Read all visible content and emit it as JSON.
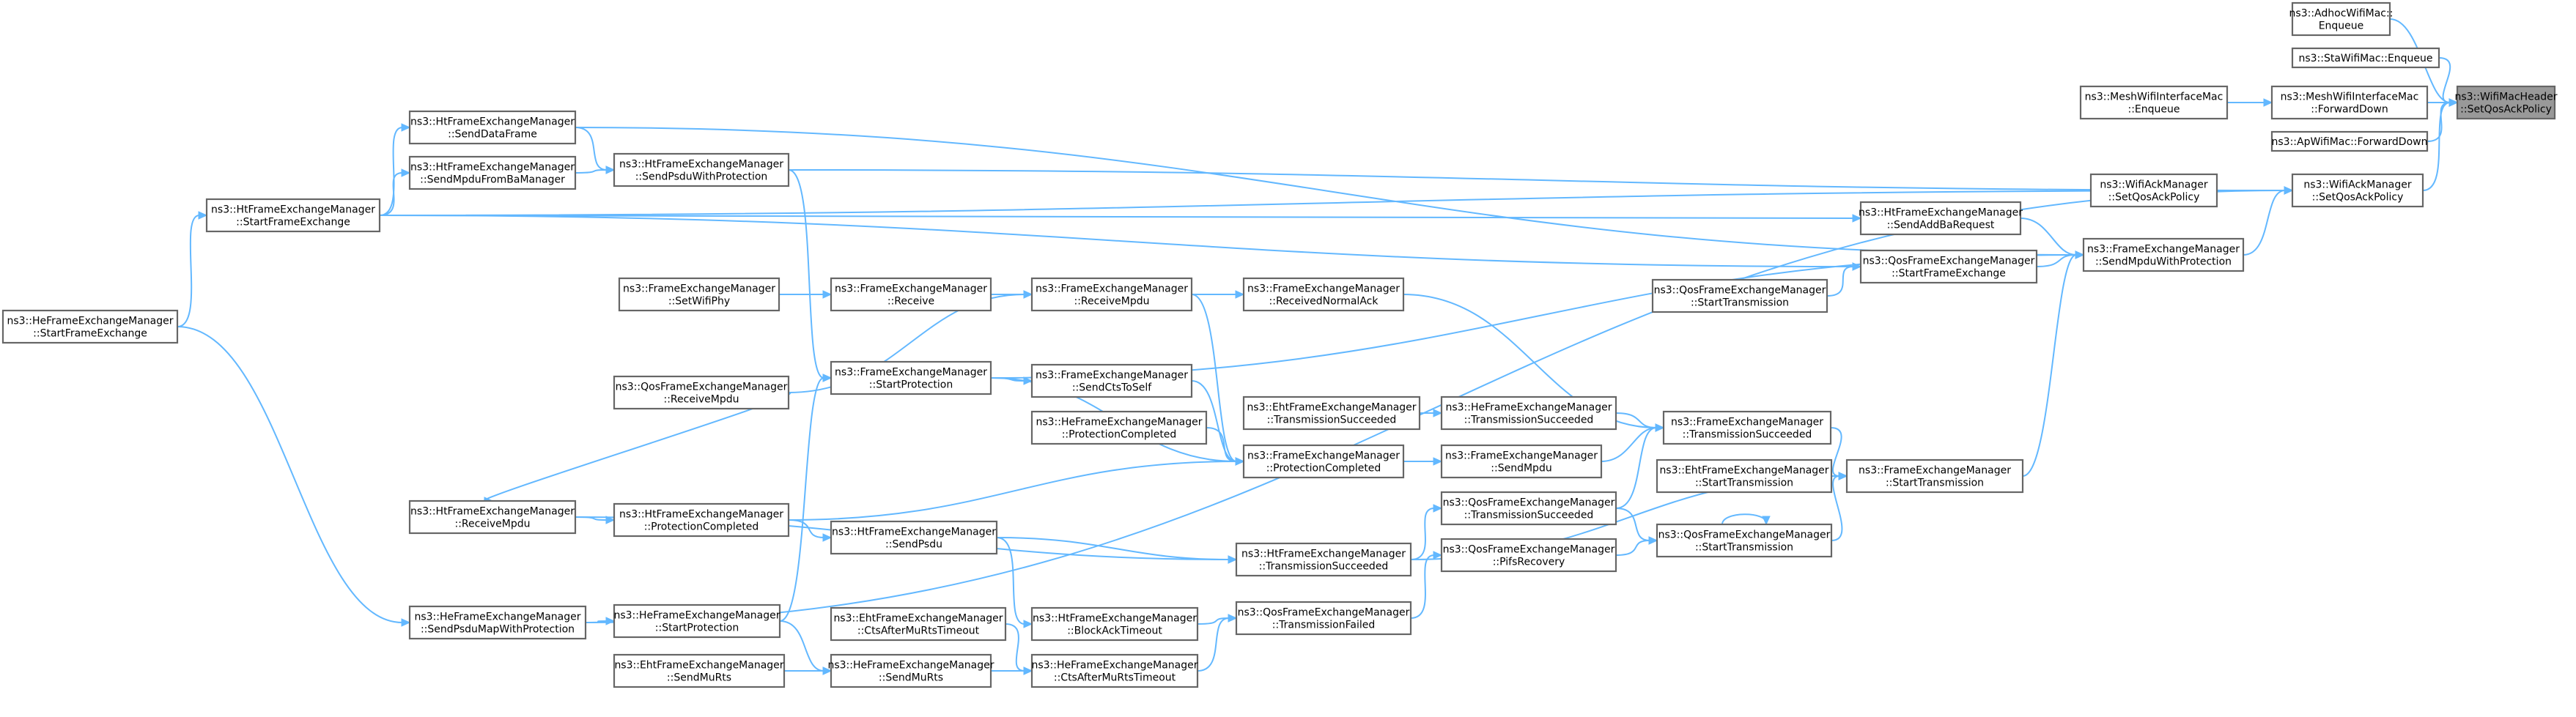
{
  "diagram": {
    "root": "n_root",
    "colors": {
      "edge": "#63b8ff",
      "node_border": "#666666",
      "root_fill": "#999999",
      "node_fill": "#ffffff"
    },
    "nodes": [
      {
        "id": "n_root",
        "lines": [
          "ns3::WifiMacHeader",
          "::SetQosAckPolicy"
        ]
      },
      {
        "id": "n_adhoc",
        "lines": [
          "ns3::AdhocWifiMac::",
          "Enqueue"
        ]
      },
      {
        "id": "n_sta",
        "lines": [
          "ns3::StaWifiMac::Enqueue"
        ]
      },
      {
        "id": "n_meshfwd",
        "lines": [
          "ns3::MeshWifiInterfaceMac",
          "::ForwardDown"
        ]
      },
      {
        "id": "n_meshenq",
        "lines": [
          "ns3::MeshWifiInterfaceMac",
          "::Enqueue"
        ]
      },
      {
        "id": "n_apfwd",
        "lines": [
          "ns3::ApWifiMac::ForwardDown"
        ]
      },
      {
        "id": "n_wackset",
        "lines": [
          "ns3::WifiAckManager",
          "::SetQosAckPolicy"
        ]
      },
      {
        "id": "n_wackset2",
        "lines": [
          "ns3::WifiAckManager",
          "::SetQosAckPolicy"
        ]
      },
      {
        "id": "n_fem_smpdu",
        "lines": [
          "ns3::FrameExchangeManager",
          "::SendMpduWithProtection"
        ]
      },
      {
        "id": "n_ht_addba",
        "lines": [
          "ns3::HtFrameExchangeManager",
          "::SendAddBaRequest"
        ]
      },
      {
        "id": "n_qos_sfe",
        "lines": [
          "ns3::QosFrameExchangeManager",
          "::StartFrameExchange"
        ]
      },
      {
        "id": "n_qos_st1",
        "lines": [
          "ns3::QosFrameExchangeManager",
          "::StartTransmission"
        ]
      },
      {
        "id": "n_fem_ts",
        "lines": [
          "ns3::FrameExchangeManager",
          "::StartTransmission"
        ]
      },
      {
        "id": "n_fem_txs",
        "lines": [
          "ns3::FrameExchangeManager",
          "::TransmissionSucceeded"
        ]
      },
      {
        "id": "n_eht_st",
        "lines": [
          "ns3::EhtFrameExchangeManager",
          "::StartTransmission"
        ]
      },
      {
        "id": "n_qos_st2",
        "lines": [
          "ns3::QosFrameExchangeManager",
          "::StartTransmission"
        ]
      },
      {
        "id": "n_fem_rna",
        "lines": [
          "ns3::FrameExchangeManager",
          "::ReceivedNormalAck"
        ]
      },
      {
        "id": "n_he_txs",
        "lines": [
          "ns3::HeFrameExchangeManager",
          "::TransmissionSucceeded"
        ]
      },
      {
        "id": "n_eht_txs",
        "lines": [
          "ns3::EhtFrameExchangeManager",
          "::TransmissionSucceeded"
        ]
      },
      {
        "id": "n_fem_smp",
        "lines": [
          "ns3::FrameExchangeManager",
          "::SendMpdu"
        ]
      },
      {
        "id": "n_qos_txs",
        "lines": [
          "ns3::QosFrameExchangeManager",
          "::TransmissionSucceeded"
        ]
      },
      {
        "id": "n_qos_pifs",
        "lines": [
          "ns3::QosFrameExchangeManager",
          "::PifsRecovery"
        ]
      },
      {
        "id": "n_qos_txf",
        "lines": [
          "ns3::QosFrameExchangeManager",
          "::TransmissionFailed"
        ]
      },
      {
        "id": "n_ht_txs",
        "lines": [
          "ns3::HtFrameExchangeManager",
          "::TransmissionSucceeded"
        ]
      },
      {
        "id": "n_fem_pc",
        "lines": [
          "ns3::FrameExchangeManager",
          "::ProtectionCompleted"
        ]
      },
      {
        "id": "n_he_pc",
        "lines": [
          "ns3::HeFrameExchangeManager",
          "::ProtectionCompleted"
        ]
      },
      {
        "id": "n_fem_cts",
        "lines": [
          "ns3::FrameExchangeManager",
          "::SendCtsToSelf"
        ]
      },
      {
        "id": "n_fem_rmpdu",
        "lines": [
          "ns3::FrameExchangeManager",
          "::ReceiveMpdu"
        ]
      },
      {
        "id": "n_fem_rcv",
        "lines": [
          "ns3::FrameExchangeManager",
          "::Receive"
        ]
      },
      {
        "id": "n_fem_phy",
        "lines": [
          "ns3::FrameExchangeManager",
          "::SetWifiPhy"
        ]
      },
      {
        "id": "n_fem_sp",
        "lines": [
          "ns3::FrameExchangeManager",
          "::StartProtection"
        ]
      },
      {
        "id": "n_ht_bat",
        "lines": [
          "ns3::HtFrameExchangeManager",
          "::BlockAckTimeout"
        ]
      },
      {
        "id": "n_he_cmr",
        "lines": [
          "ns3::HeFrameExchangeManager",
          "::CtsAfterMuRtsTimeout"
        ]
      },
      {
        "id": "n_eht_cmr",
        "lines": [
          "ns3::EhtFrameExchangeManager",
          "::CtsAfterMuRtsTimeout"
        ]
      },
      {
        "id": "n_he_smr",
        "lines": [
          "ns3::HeFrameExchangeManager",
          "::SendMuRts"
        ]
      },
      {
        "id": "n_eht_smr",
        "lines": [
          "ns3::EhtFrameExchangeManager",
          "::SendMuRts"
        ]
      },
      {
        "id": "n_ht_sp",
        "lines": [
          "ns3::HtFrameExchangeManager",
          "::SendPsdu"
        ]
      },
      {
        "id": "n_ht_pc",
        "lines": [
          "ns3::HtFrameExchangeManager",
          "::ProtectionCompleted"
        ]
      },
      {
        "id": "n_he_sprot",
        "lines": [
          "ns3::HeFrameExchangeManager",
          "::StartProtection"
        ]
      },
      {
        "id": "n_ht_spwp",
        "lines": [
          "ns3::HtFrameExchangeManager",
          "::SendPsduWithProtection"
        ]
      },
      {
        "id": "n_ht_sdf",
        "lines": [
          "ns3::HtFrameExchangeManager",
          "::SendDataFrame"
        ]
      },
      {
        "id": "n_ht_smfba",
        "lines": [
          "ns3::HtFrameExchangeManager",
          "::SendMpduFromBaManager"
        ]
      },
      {
        "id": "n_ht_sfe",
        "lines": [
          "ns3::HtFrameExchangeManager",
          "::StartFrameExchange"
        ]
      },
      {
        "id": "n_qos_rmpdu",
        "lines": [
          "ns3::QosFrameExchangeManager",
          "::ReceiveMpdu"
        ]
      },
      {
        "id": "n_ht_rmpdu",
        "lines": [
          "ns3::HtFrameExchangeManager",
          "::ReceiveMpdu"
        ]
      },
      {
        "id": "n_he_spmwp",
        "lines": [
          "ns3::HeFrameExchangeManager",
          "::SendPsduMapWithProtection"
        ]
      },
      {
        "id": "n_he_sfe",
        "lines": [
          "ns3::HeFrameExchangeManager",
          "::StartFrameExchange"
        ]
      }
    ],
    "edges": [
      {
        "from": "n_adhoc",
        "to": "n_root"
      },
      {
        "from": "n_sta",
        "to": "n_root"
      },
      {
        "from": "n_meshfwd",
        "to": "n_root"
      },
      {
        "from": "n_apfwd",
        "to": "n_root"
      },
      {
        "from": "n_wackset2",
        "to": "n_root"
      },
      {
        "from": "n_meshenq",
        "to": "n_meshfwd"
      },
      {
        "from": "n_wackset",
        "to": "n_wackset2"
      },
      {
        "from": "n_fem_smpdu",
        "to": "n_wackset2"
      },
      {
        "from": "n_ht_sfe",
        "to": "n_wackset2"
      },
      {
        "from": "n_ht_spwp",
        "to": "n_wackset2"
      },
      {
        "from": "n_he_spmwp",
        "to": "n_wackset2"
      },
      {
        "from": "n_ht_addba",
        "to": "n_fem_smpdu"
      },
      {
        "from": "n_qos_sfe",
        "to": "n_fem_smpdu"
      },
      {
        "from": "n_fem_ts",
        "to": "n_fem_smpdu"
      },
      {
        "from": "n_ht_sdf",
        "to": "n_fem_smpdu"
      },
      {
        "from": "n_fem_sp",
        "to": "n_fem_smpdu"
      },
      {
        "from": "n_qos_st1",
        "to": "n_qos_sfe"
      },
      {
        "from": "n_ht_sfe",
        "to": "n_qos_sfe"
      },
      {
        "from": "n_ht_sfe",
        "to": "n_ht_addba"
      },
      {
        "from": "n_fem_txs",
        "to": "n_fem_ts"
      },
      {
        "from": "n_eht_st",
        "to": "n_fem_ts"
      },
      {
        "from": "n_qos_st2",
        "to": "n_fem_ts"
      },
      {
        "from": "n_qos_st2",
        "to": "n_qos_st2"
      },
      {
        "from": "n_qos_txs",
        "to": "n_qos_st2"
      },
      {
        "from": "n_qos_pifs",
        "to": "n_qos_st2"
      },
      {
        "from": "n_ht_txs",
        "to": "n_fem_ts"
      },
      {
        "from": "n_fem_rna",
        "to": "n_fem_txs"
      },
      {
        "from": "n_he_txs",
        "to": "n_fem_txs"
      },
      {
        "from": "n_fem_smp",
        "to": "n_fem_txs"
      },
      {
        "from": "n_qos_txs",
        "to": "n_fem_txs"
      },
      {
        "from": "n_eht_txs",
        "to": "n_he_txs"
      },
      {
        "from": "n_fem_pc",
        "to": "n_fem_smp"
      },
      {
        "from": "n_ht_txs",
        "to": "n_qos_txs"
      },
      {
        "from": "n_qos_txf",
        "to": "n_qos_pifs"
      },
      {
        "from": "n_ht_bat",
        "to": "n_qos_txf"
      },
      {
        "from": "n_he_cmr",
        "to": "n_qos_txf"
      },
      {
        "from": "n_ht_sp",
        "to": "n_ht_txs"
      },
      {
        "from": "n_ht_rmpdu",
        "to": "n_ht_txs"
      },
      {
        "from": "n_fem_rmpdu",
        "to": "n_fem_rna"
      },
      {
        "from": "n_he_pc",
        "to": "n_fem_pc"
      },
      {
        "from": "n_fem_cts",
        "to": "n_fem_pc"
      },
      {
        "from": "n_fem_sp",
        "to": "n_fem_pc"
      },
      {
        "from": "n_fem_rmpdu",
        "to": "n_fem_pc"
      },
      {
        "from": "n_ht_pc",
        "to": "n_fem_pc"
      },
      {
        "from": "n_fem_rcv",
        "to": "n_fem_rmpdu"
      },
      {
        "from": "n_qos_rmpdu",
        "to": "n_fem_rmpdu"
      },
      {
        "from": "n_fem_phy",
        "to": "n_fem_rcv"
      },
      {
        "from": "n_fem_sp",
        "to": "n_fem_cts"
      },
      {
        "from": "n_ht_spwp",
        "to": "n_fem_sp"
      },
      {
        "from": "n_he_sprot",
        "to": "n_fem_sp"
      },
      {
        "from": "n_ht_sp",
        "to": "n_ht_bat"
      },
      {
        "from": "n_eht_cmr",
        "to": "n_he_cmr"
      },
      {
        "from": "n_he_smr",
        "to": "n_he_cmr"
      },
      {
        "from": "n_eht_smr",
        "to": "n_he_smr"
      },
      {
        "from": "n_he_sprot",
        "to": "n_he_smr"
      },
      {
        "from": "n_ht_pc",
        "to": "n_ht_sp"
      },
      {
        "from": "n_ht_rmpdu",
        "to": "n_ht_pc"
      },
      {
        "from": "n_he_spmwp",
        "to": "n_he_sprot"
      },
      {
        "from": "n_ht_sdf",
        "to": "n_ht_spwp"
      },
      {
        "from": "n_ht_smfba",
        "to": "n_ht_spwp"
      },
      {
        "from": "n_ht_sfe",
        "to": "n_ht_sdf"
      },
      {
        "from": "n_ht_sfe",
        "to": "n_ht_smfba"
      },
      {
        "from": "n_he_sfe",
        "to": "n_ht_sfe"
      },
      {
        "from": "n_qos_rmpdu",
        "to": "n_ht_rmpdu"
      },
      {
        "from": "n_he_sfe",
        "to": "n_he_spmwp"
      }
    ]
  }
}
